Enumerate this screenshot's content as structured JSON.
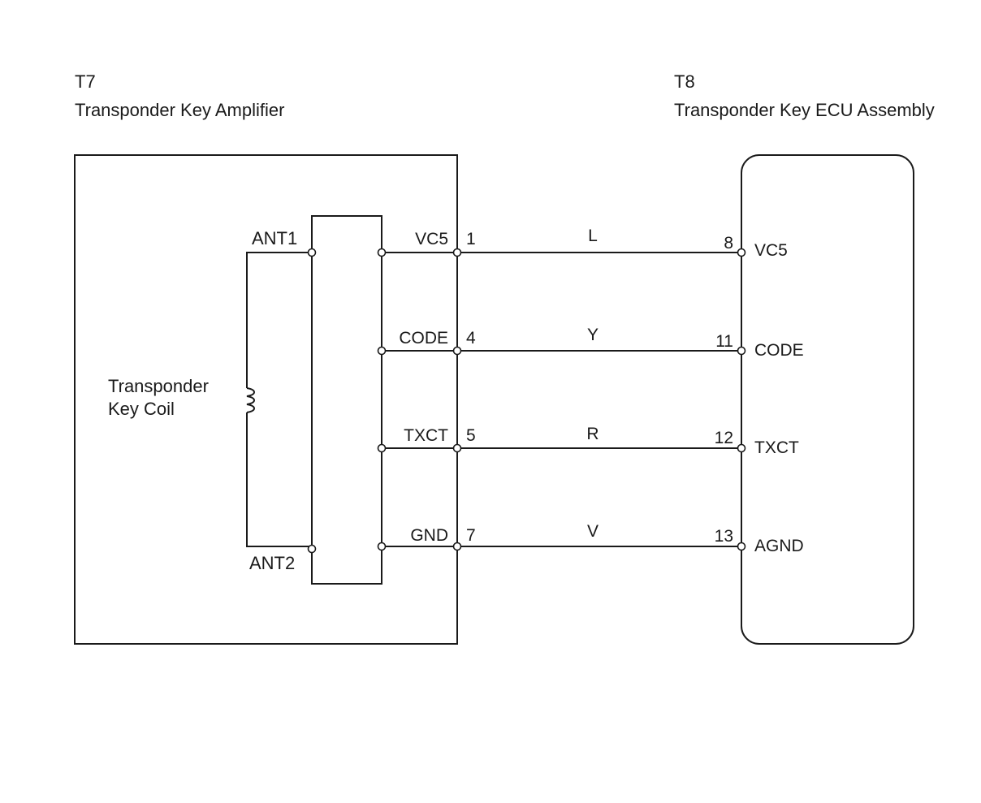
{
  "t7": {
    "ref": "T7",
    "name": "Transponder Key Amplifier",
    "coil_label_line1": "Transponder",
    "coil_label_line2": "Key Coil",
    "ant1": "ANT1",
    "ant2": "ANT2",
    "pins": [
      {
        "signal": "VC5",
        "number": "1"
      },
      {
        "signal": "CODE",
        "number": "4"
      },
      {
        "signal": "TXCT",
        "number": "5"
      },
      {
        "signal": "GND",
        "number": "7"
      }
    ]
  },
  "t8": {
    "ref": "T8",
    "name": "Transponder Key ECU Assembly",
    "pins": [
      {
        "signal": "VC5",
        "number": "8"
      },
      {
        "signal": "CODE",
        "number": "11"
      },
      {
        "signal": "TXCT",
        "number": "12"
      },
      {
        "signal": "AGND",
        "number": "13"
      }
    ]
  },
  "wires": [
    {
      "color_code": "L"
    },
    {
      "color_code": "Y"
    },
    {
      "color_code": "R"
    },
    {
      "color_code": "V"
    }
  ]
}
